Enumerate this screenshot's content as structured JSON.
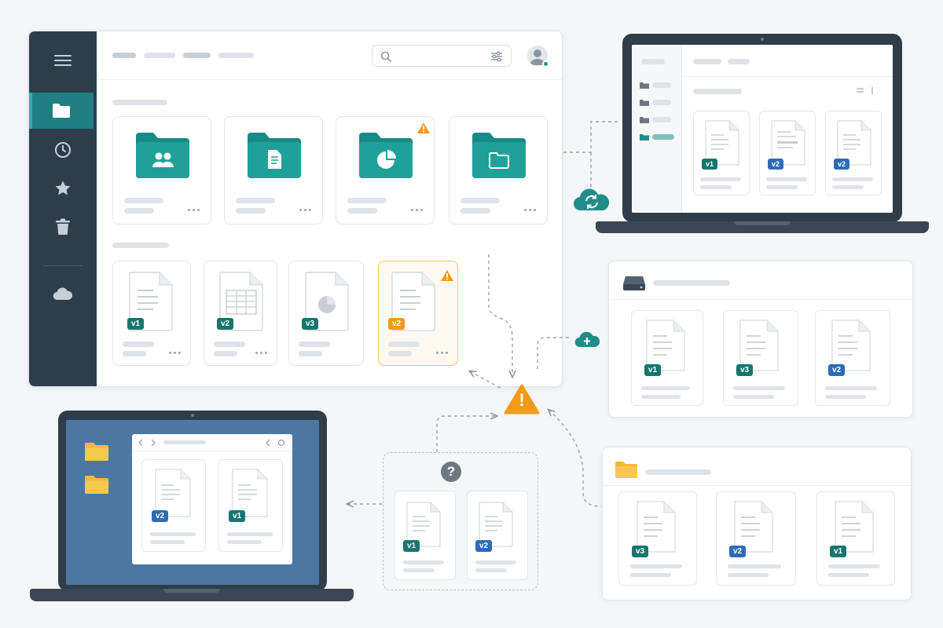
{
  "colors": {
    "sidebar": "#2d3d4c",
    "accent": "#1f8e8a",
    "folder": "#1b9a94",
    "warning": "#f29a1b",
    "badge_teal": "#17766f",
    "badge_blue": "#2e6bb6",
    "yellow_folder": "#f7c443"
  },
  "sidebar": {
    "items": [
      {
        "icon": "menu-icon"
      },
      {
        "icon": "folder-icon",
        "active": true
      },
      {
        "icon": "clock-icon"
      },
      {
        "icon": "star-icon"
      },
      {
        "icon": "trash-icon"
      },
      {
        "icon": "cloud-icon"
      }
    ]
  },
  "main_files": [
    {
      "version": "v1",
      "icon": "document-icon"
    },
    {
      "version": "v2",
      "icon": "spreadsheet-icon"
    },
    {
      "version": "v3",
      "icon": "chart-document-icon"
    },
    {
      "version": "v2",
      "icon": "document-icon",
      "conflict": true
    }
  ],
  "top_laptop_files": [
    "v1",
    "v2",
    "v2"
  ],
  "drive_panel_files": [
    "v1",
    "v3",
    "v2"
  ],
  "folder_panel_files": [
    "v3",
    "v2",
    "v1"
  ],
  "bottom_laptop_files": [
    "v2",
    "v1"
  ],
  "unknown_files": [
    "v1",
    "v2"
  ],
  "conflict_symbol": "!",
  "unknown_symbol": "?"
}
